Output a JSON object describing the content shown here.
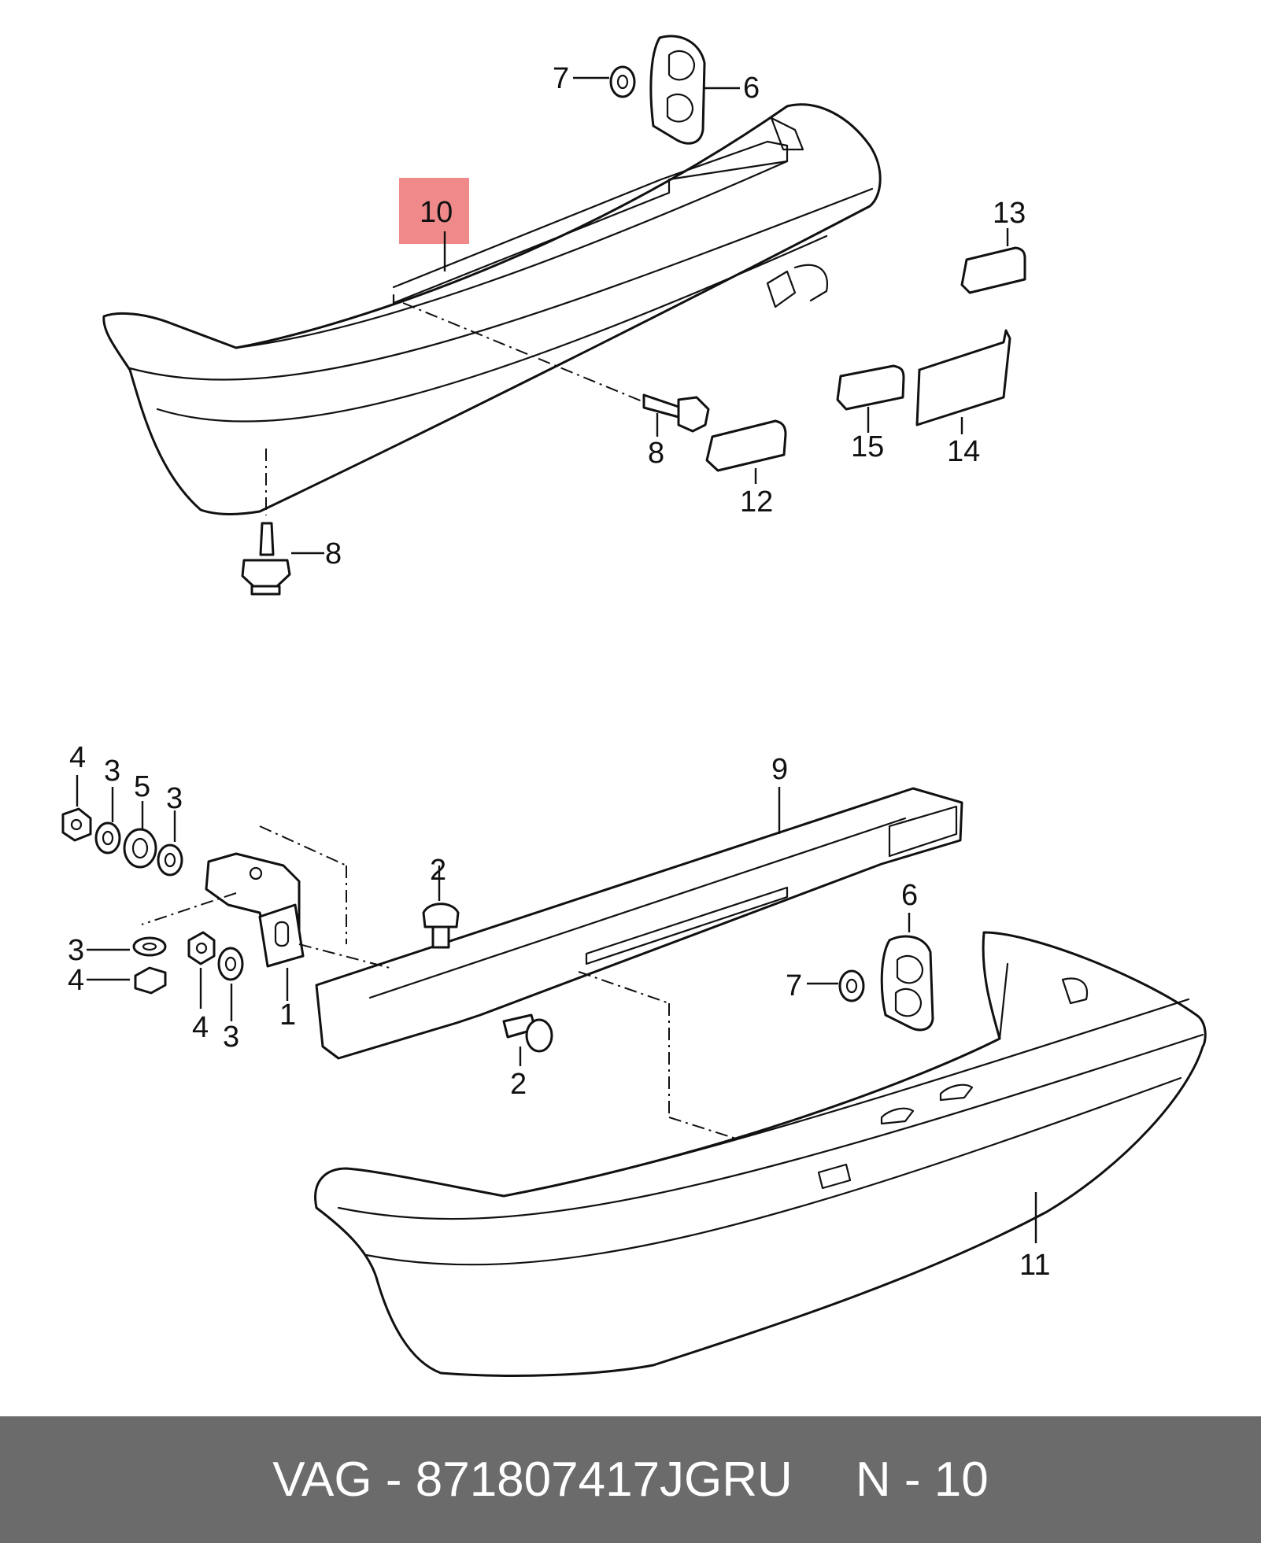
{
  "diagram": {
    "callouts": {
      "c7_top": "7",
      "c6_top": "6",
      "c10": "10",
      "c13": "13",
      "c8_mid": "8",
      "c15": "15",
      "c14": "14",
      "c12": "12",
      "c8_low": "8",
      "c4_a": "4",
      "c3_a": "3",
      "c5": "5",
      "c3_b": "3",
      "c9": "9",
      "c2_top": "2",
      "c6_bottom": "6",
      "c3_c": "3",
      "c4_b": "4",
      "c7_bottom": "7",
      "c4_c": "4",
      "c3_d": "3",
      "c1": "1",
      "c2_bottom": "2",
      "c11": "11"
    },
    "highlight_color": "#f08a8a"
  },
  "footer": {
    "part_text": "VAG - 871807417JGRU",
    "page_text": "N - 10"
  }
}
